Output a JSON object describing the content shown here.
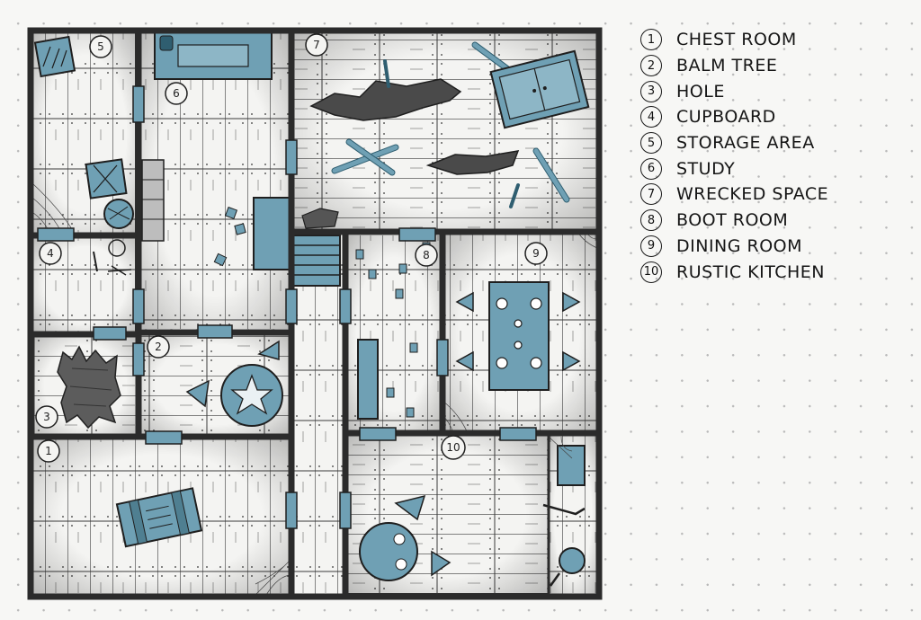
{
  "map": {
    "room_numbers": [
      {
        "id": "chest-room",
        "label": "1"
      },
      {
        "id": "balm-tree",
        "label": "2"
      },
      {
        "id": "hole",
        "label": "3"
      },
      {
        "id": "cupboard",
        "label": "4"
      },
      {
        "id": "storage-area",
        "label": "5"
      },
      {
        "id": "study",
        "label": "6"
      },
      {
        "id": "wrecked-space",
        "label": "7"
      },
      {
        "id": "boot-room",
        "label": "8"
      },
      {
        "id": "dining-room",
        "label": "9"
      },
      {
        "id": "rustic-kitchen",
        "label": "10"
      }
    ],
    "colors": {
      "wall": "#2b2b2b",
      "plank": "#f4f4f2",
      "plank_line": "#3a3a3a",
      "shadow": "#8f8f8f",
      "accent": "#6fa0b4",
      "accent_dark": "#2f5e70"
    }
  },
  "legend": {
    "items": [
      {
        "number": "1",
        "label": "CHEST ROOM"
      },
      {
        "number": "2",
        "label": "BALM TREE"
      },
      {
        "number": "3",
        "label": "HOLE"
      },
      {
        "number": "4",
        "label": "CUPBOARD"
      },
      {
        "number": "5",
        "label": "STORAGE AREA"
      },
      {
        "number": "6",
        "label": "STUDY"
      },
      {
        "number": "7",
        "label": "WRECKED SPACE"
      },
      {
        "number": "8",
        "label": "BOOT ROOM"
      },
      {
        "number": "9",
        "label": "DINING ROOM"
      },
      {
        "number": "10",
        "label": "RUSTIC KITCHEN"
      }
    ]
  }
}
